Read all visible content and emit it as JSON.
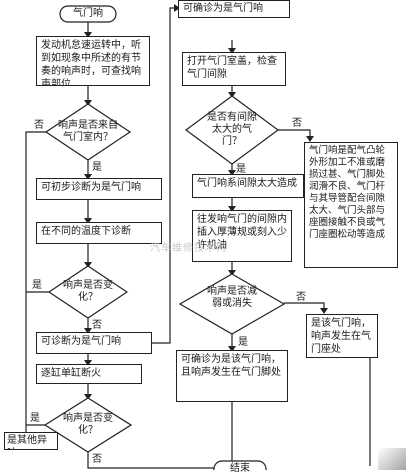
{
  "nodes": {
    "start": "气门响",
    "step1": "发动机怠速运转中，听到如现象中所述的有节奏的响声时，可查找响声部位",
    "q1": "响声是否来自气门室内？",
    "step_pre": "可初步诊断为是气门响",
    "step_temp": "在不同的温度下诊断",
    "q2": "响声是否变化？",
    "step_diag": "可诊断为是气门响",
    "step_cut": "逐缸单缸断火",
    "q3": "响声是否变化？",
    "other": "是其他异响",
    "confirm": "可确诊为是气门响",
    "open": "打开气门室盖，检查气门间隙",
    "q4": "是否有间隙太大的气门？",
    "large_gap": "气门响系间隙太大造成",
    "insert": "往发响气门的间隙内插入厚薄规或刻入少许机油",
    "q5": "响声是否减弱或消失",
    "seat": "可确诊为是该气门响，且响声发生在气门脚处",
    "right_cause": "气门响是配气凸轮外形加工不准或磨损过甚、气门脚处润滑不良、气门杆与其导管配合间隙太大、气门头部与座圈接触不良或气门座圈松动等造成",
    "valve_seat": "是该气门响，响声发生在气门座处",
    "end": "结束"
  },
  "labels": {
    "yes": "是",
    "no": "否"
  },
  "watermark": "汽车维修技术网"
}
